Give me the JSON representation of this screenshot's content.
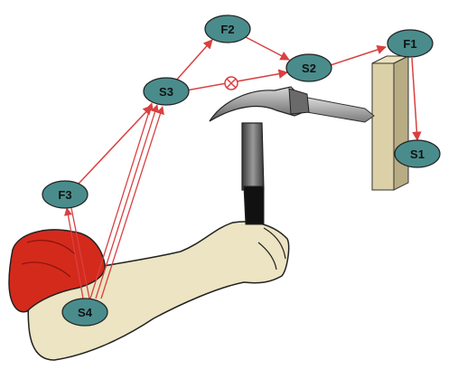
{
  "nodes": {
    "f1": "F1",
    "f2": "F2",
    "f3": "F3",
    "s1": "S1",
    "s2": "S2",
    "s3": "S3",
    "s4": "S4"
  },
  "colors": {
    "node_fill": "#4a8c8c",
    "edge": "#d94040",
    "skin": "#ece4c2",
    "sleeve": "#d42a1c",
    "wood": "#dcd0a8",
    "hammer_head": "#8a8a8a",
    "handle": "#5a5a5a"
  },
  "icons": {
    "blocked_edge_marker": "circle-x-icon"
  }
}
